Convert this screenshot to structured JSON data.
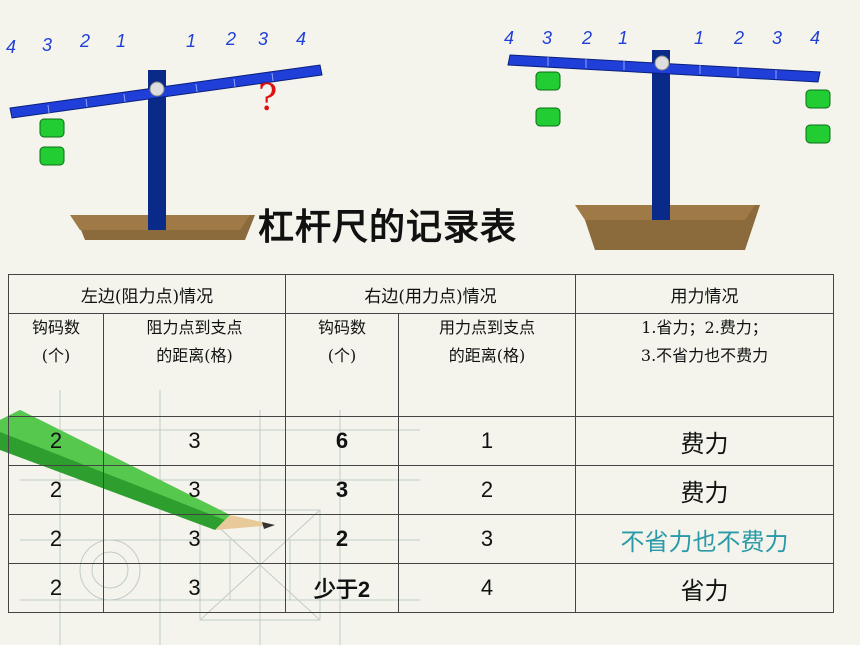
{
  "title": "杠杆尺的记录表",
  "left_scale": {
    "numbers": [
      "4",
      "3",
      "2",
      "1",
      "1",
      "2",
      "3",
      "4"
    ],
    "question": "?"
  },
  "right_scale": {
    "numbers": [
      "4",
      "3",
      "2",
      "1",
      "1",
      "2",
      "3",
      "4"
    ]
  },
  "table": {
    "group_headers": [
      "左边(阻力点)情况",
      "右边(用力点)情况",
      "用力情况"
    ],
    "sub_headers": {
      "c1_line1": "钩码数",
      "c1_line2": "(个)",
      "c2_line1": "阻力点到支点",
      "c2_line2": "的距离(格)",
      "c3_line1": "钩码数",
      "c3_line2": "(个)",
      "c4_line1": "用力点到支点",
      "c4_line2": "的距离(格)",
      "c5_line1": "1.省力；2.费力；",
      "c5_line2": "3.不省力也不费力"
    },
    "rows": [
      {
        "c1": "2",
        "c2": "3",
        "c3": "6",
        "c4": "1",
        "c5": "费力"
      },
      {
        "c1": "2",
        "c2": "3",
        "c3": "3",
        "c4": "2",
        "c5": "费力"
      },
      {
        "c1": "2",
        "c2": "3",
        "c3": "2",
        "c4": "3",
        "c5": "不省力也不费力"
      },
      {
        "c1": "2",
        "c2": "3",
        "c3": "少于2",
        "c4": "4",
        "c5": "省力"
      }
    ]
  },
  "colors": {
    "beam": "#1f3fd8",
    "weight": "#22cc33",
    "stand": "#0a2a8a",
    "base": "#8b6a3c",
    "question": "#e01010",
    "teal_text": "#2a9aa8"
  }
}
